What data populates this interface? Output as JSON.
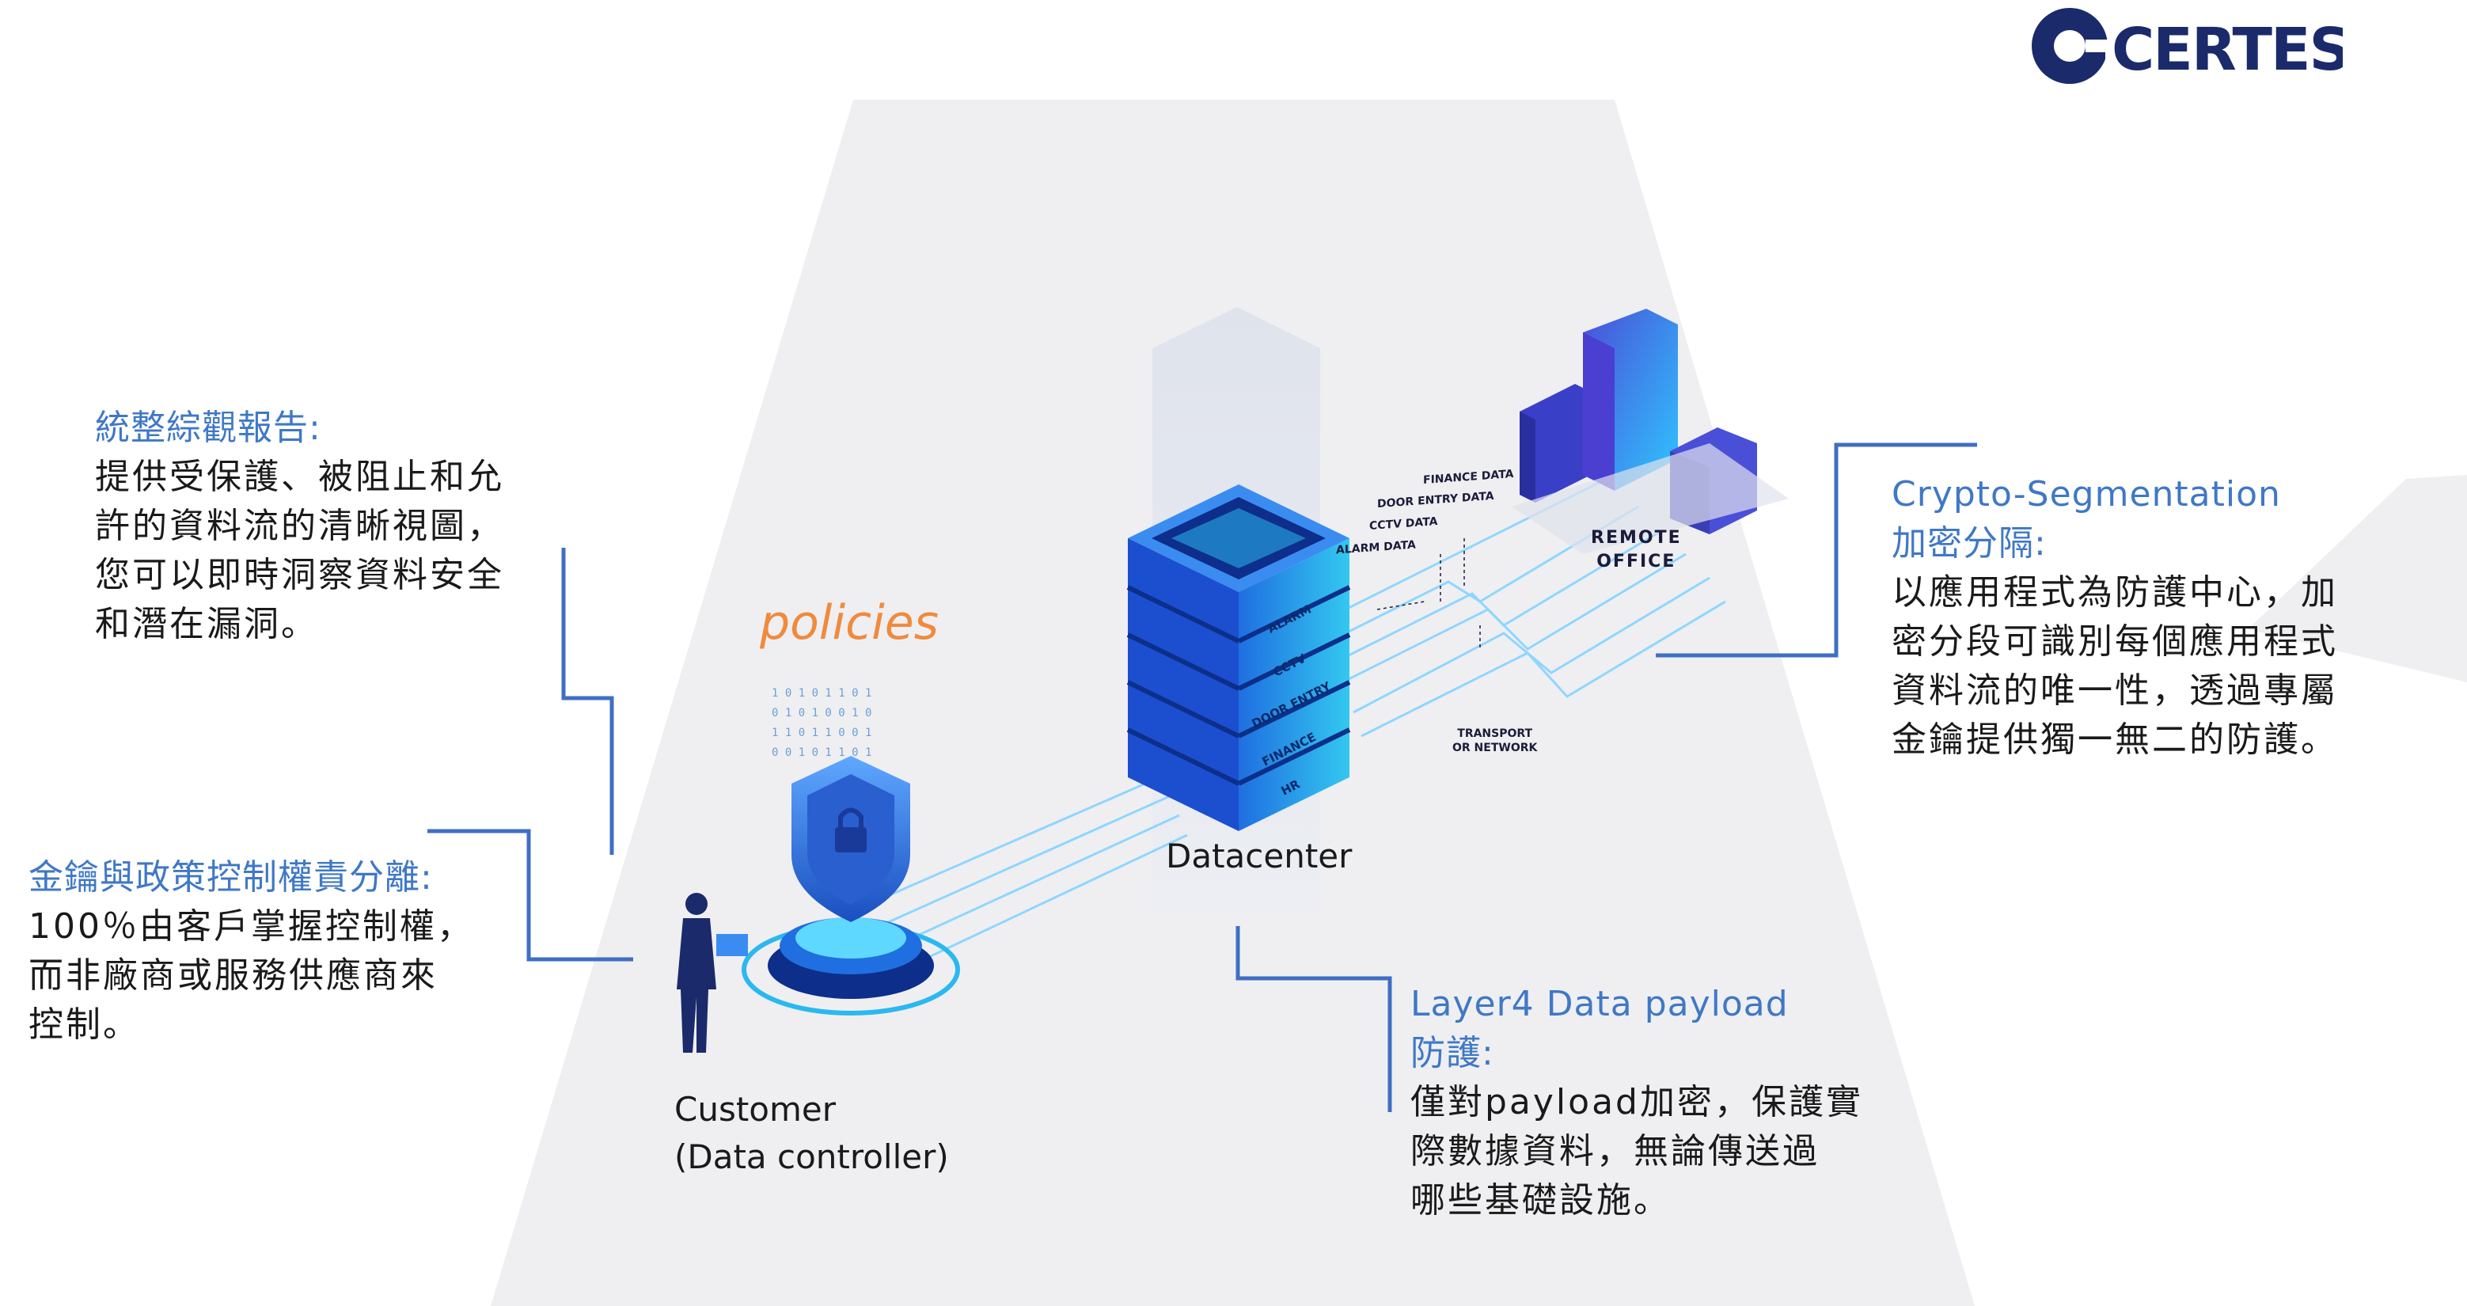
{
  "logo": {
    "text": "CERTES",
    "color": "#1b2a6b"
  },
  "colors": {
    "heading": "#3f78c6",
    "connector": "#3f6fc4",
    "accent_orange": "#f08a3c",
    "background_shape": "#efeff2"
  },
  "blocks": {
    "report": {
      "heading": "統整綜觀報告:",
      "lines": [
        "提供受保護、被阻止和允",
        "許的資料流的清晰視圖，",
        "您可以即時洞察資料安全",
        "和潛在漏洞。"
      ]
    },
    "keys": {
      "heading": "金鑰與政策控制權責分離:",
      "lines": [
        "100％由客戶掌握控制權，",
        "而非廠商或服務供應商來",
        "控制。"
      ]
    },
    "crypto": {
      "heading_lines": [
        "Crypto-Segmentation",
        "加密分隔:"
      ],
      "lines": [
        "以應用程式為防護中心，加",
        "密分段可識別每個應用程式",
        "資料流的唯一性，透過專屬",
        "金鑰提供獨一無二的防護。"
      ]
    },
    "layer4": {
      "heading_lines": [
        "Layer4 Data payload",
        "防護:"
      ],
      "lines": [
        "僅對payload加密，保護實",
        "際數據資料，無論傳送過",
        "哪些基礎設施。"
      ]
    }
  },
  "diagram": {
    "policies_label": "policies",
    "datacenter_label": "Datacenter",
    "customer_label_lines": [
      "Customer",
      "(Data controller)"
    ],
    "remote_office_lines": [
      "REMOTE",
      "OFFICE"
    ],
    "transport_lines": [
      "TRANSPORT",
      "OR NETWORK"
    ],
    "data_flows": [
      "FINANCE DATA",
      "DOOR ENTRY DATA",
      "CCTV DATA",
      "ALARM DATA"
    ],
    "server_layers": [
      "ALARM",
      "CCTV",
      "DOOR ENTRY",
      "FINANCE",
      "HR"
    ]
  }
}
